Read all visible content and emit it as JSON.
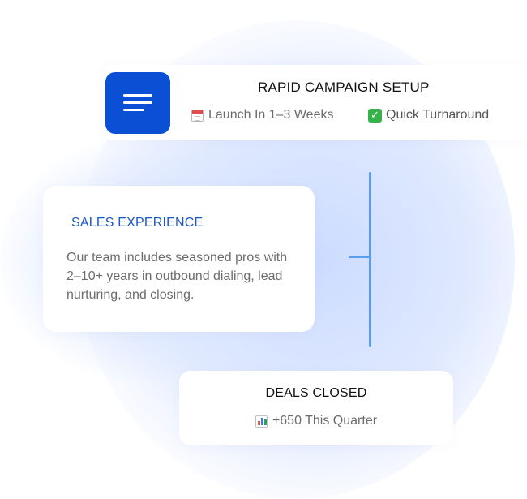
{
  "campaign_card": {
    "title": "RAPID CAMPAIGN SETUP",
    "launch_text": "Launch In 1–3 Weeks",
    "turnaround_text": "Quick Turnaround",
    "menu_icon": "menu-lines-icon",
    "calendar_icon": "calendar-icon",
    "check_icon": "check-box-icon"
  },
  "sales_card": {
    "title": "SALES EXPERIENCE",
    "body": "Our team includes seasoned pros with 2–10+ years in outbound dialing, lead nurturing, and closing."
  },
  "deals_card": {
    "title": "DEALS CLOSED",
    "stat_text": "+650 This Quarter",
    "chart_icon": "bar-chart-icon"
  },
  "colors": {
    "accent_blue": "#0a4fd4",
    "heading_blue": "#1a57c9",
    "connector_blue": "#5a9df0",
    "check_green": "#35b34a"
  }
}
